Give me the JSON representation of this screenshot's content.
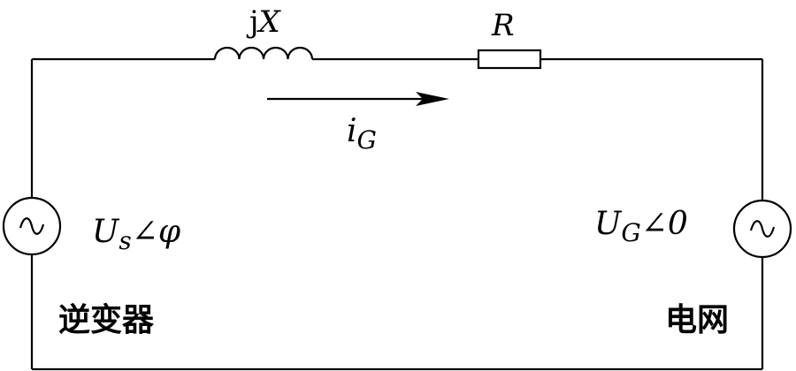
{
  "components": {
    "inductor": {
      "prefix": "j",
      "symbol": "X"
    },
    "resistor": {
      "symbol": "R"
    },
    "current": {
      "base": "i",
      "sub": "G"
    },
    "inverter_voltage": {
      "base": "U",
      "sub": "s",
      "angle": "∠φ"
    },
    "grid_voltage": {
      "base": "U",
      "sub": "G",
      "angle": "∠0"
    },
    "ac_source_symbol": "~"
  },
  "labels": {
    "inverter": "逆变器",
    "grid": "电网"
  }
}
